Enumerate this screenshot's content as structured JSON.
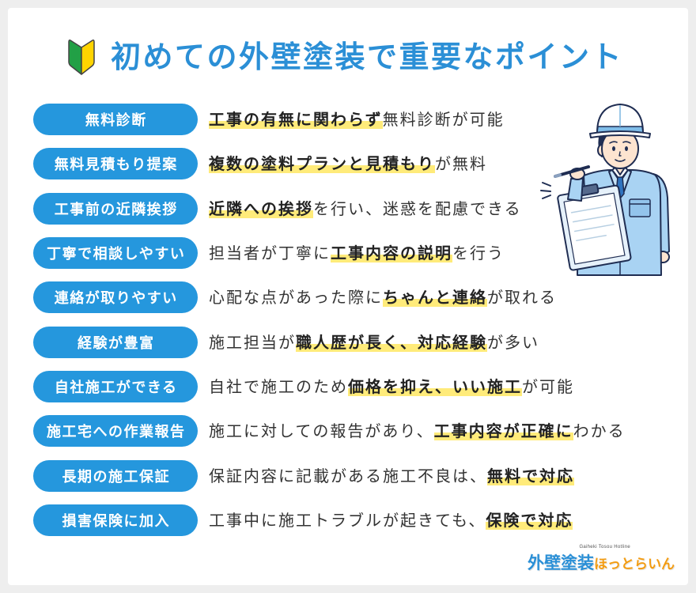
{
  "title": {
    "text": "初めての外壁塗装で重要なポイント",
    "icon": "beginner-mark-icon"
  },
  "points": [
    {
      "label": "無料診断",
      "parts": [
        {
          "text": "工事の有無に関わらず",
          "highlight": true
        },
        {
          "text": "無料診断が可能",
          "highlight": false
        }
      ]
    },
    {
      "label": "無料見積もり提案",
      "parts": [
        {
          "text": "複数の塗料プランと見積もり",
          "highlight": true
        },
        {
          "text": "が無料",
          "highlight": false
        }
      ]
    },
    {
      "label": "工事前の近隣挨拶",
      "parts": [
        {
          "text": "近隣への挨拶",
          "highlight": true
        },
        {
          "text": "を行い、迷惑を配慮できる",
          "highlight": false
        }
      ]
    },
    {
      "label": "丁寧で相談しやすい",
      "parts": [
        {
          "text": "担当者が丁寧に",
          "highlight": false
        },
        {
          "text": "工事内容の説明",
          "highlight": true
        },
        {
          "text": "を行う",
          "highlight": false
        }
      ]
    },
    {
      "label": "連絡が取りやすい",
      "parts": [
        {
          "text": "心配な点があった際に",
          "highlight": false
        },
        {
          "text": "ちゃんと連絡",
          "highlight": true
        },
        {
          "text": "が取れる",
          "highlight": false
        }
      ]
    },
    {
      "label": "経験が豊富",
      "parts": [
        {
          "text": "施工担当が",
          "highlight": false
        },
        {
          "text": "職人歴が長く、対応経験",
          "highlight": true
        },
        {
          "text": "が多い",
          "highlight": false
        }
      ]
    },
    {
      "label": "自社施工ができる",
      "parts": [
        {
          "text": "自社で施工のため",
          "highlight": false
        },
        {
          "text": "価格を抑え、いい施工",
          "highlight": true
        },
        {
          "text": "が可能",
          "highlight": false
        }
      ]
    },
    {
      "label": "施工宅への作業報告",
      "parts": [
        {
          "text": "施工に対しての報告があり、",
          "highlight": false
        },
        {
          "text": "工事内容が正確に",
          "highlight": true
        },
        {
          "text": "わかる",
          "highlight": false
        }
      ]
    },
    {
      "label": "長期の施工保証",
      "parts": [
        {
          "text": "保証内容に記載がある施工不良は、",
          "highlight": false
        },
        {
          "text": "無料で対応",
          "highlight": true
        }
      ]
    },
    {
      "label": "損害保険に加入",
      "parts": [
        {
          "text": "工事中に施工トラブルが起きても、",
          "highlight": false
        },
        {
          "text": "保険で対応",
          "highlight": true
        }
      ]
    }
  ],
  "illustration": {
    "icon": "worker-with-clipboard-icon"
  },
  "logo": {
    "sub": "Gaiheki Tosou Hotline",
    "name_blue": "外壁塗装",
    "name_orange": "ほっとらいん"
  },
  "colors": {
    "background": "#eeeeee",
    "title": "#2b8fd6",
    "badge": "#2597dd",
    "text": "#333333",
    "highlight": "#ffeb7a",
    "logo_blue": "#2a8fd6",
    "logo_orange": "#f39c12",
    "beginner_mark_left": "#22a046",
    "beginner_mark_right": "#ffd400",
    "uniform": "#a9d3f3"
  }
}
